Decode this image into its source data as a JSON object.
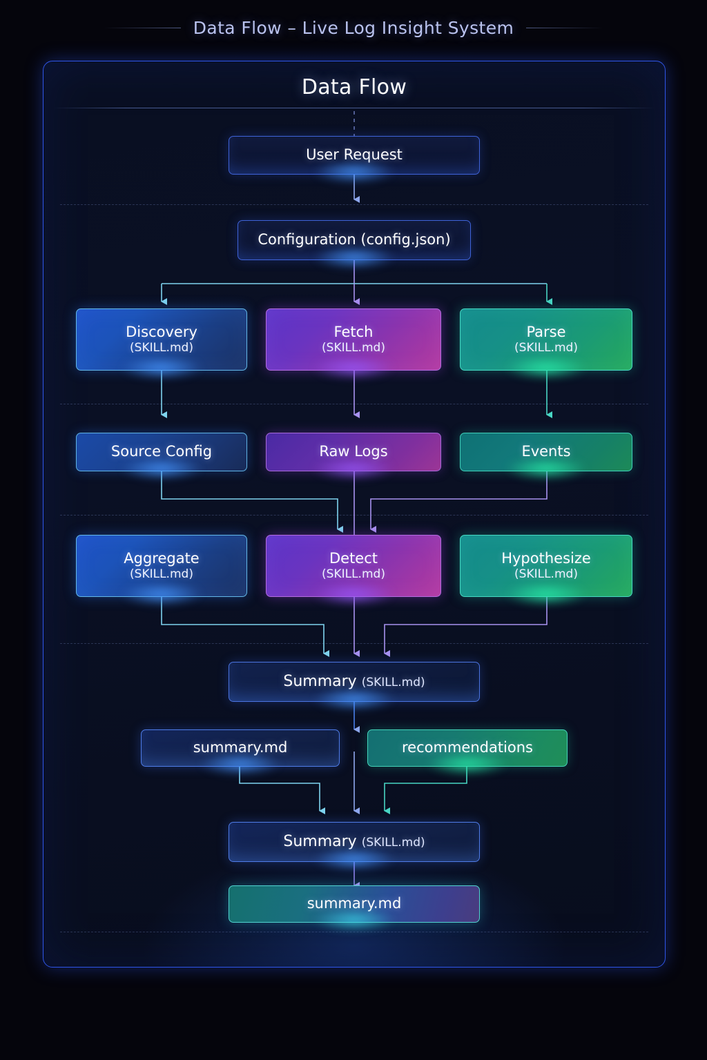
{
  "page": {
    "title": "Data Flow – Live Log Insight System",
    "panel_title": "Data Flow"
  },
  "colors": {
    "panel_border": "#2f55e8",
    "title_text": "#b9c2ee",
    "blue": "#1f52c8",
    "purple": "#8a34ae",
    "teal": "#169087",
    "green": "#27a85c",
    "cyan_edge": "#7fd4ef",
    "purple_edge": "#a892f0",
    "teal_edge": "#49d6c4"
  },
  "nodes": {
    "user_request": {
      "label": "User Request"
    },
    "configuration": {
      "label": "Configuration (config.json)"
    },
    "discovery": {
      "title": "Discovery",
      "subtitle": "(SKILL.md)"
    },
    "fetch": {
      "title": "Fetch",
      "subtitle": "(SKILL.md)"
    },
    "parse": {
      "title": "Parse",
      "subtitle": "(SKILL.md)"
    },
    "source_config": {
      "label": "Source Config"
    },
    "raw_logs": {
      "label": "Raw Logs"
    },
    "events": {
      "label": "Events"
    },
    "aggregate": {
      "title": "Aggregate",
      "subtitle": "(SKILL.md)"
    },
    "detect": {
      "title": "Detect",
      "subtitle": "(SKILL.md)"
    },
    "hypothesize": {
      "title": "Hypothesize",
      "subtitle": "(SKILL.md)"
    },
    "summary_skill_1": {
      "label": "Summary",
      "suffix": "(SKILL.md)"
    },
    "summary_md_1": {
      "label": "summary.md"
    },
    "recommendations": {
      "label": "recommendations"
    },
    "summary_skill_2": {
      "label": "Summary",
      "suffix": "(SKILL.md)"
    },
    "summary_md_2": {
      "label": "summary.md"
    }
  }
}
